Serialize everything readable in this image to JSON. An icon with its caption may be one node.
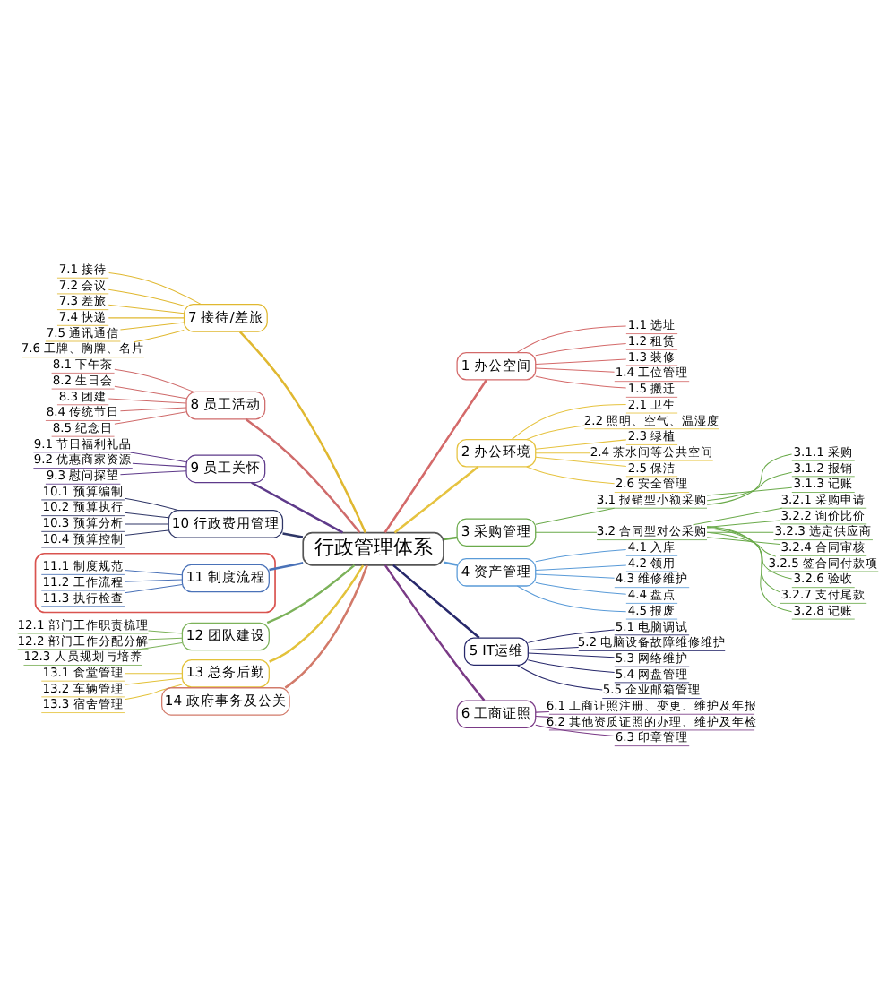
{
  "diagram": {
    "nodes": [
      {
        "text": [
          "行政管理体系"
        ]
      },
      {
        "text": [
          "1 办公空间"
        ]
      },
      {
        "text": [
          "1.1 选址"
        ]
      },
      {
        "text": [
          "1.2 租赁"
        ]
      },
      {
        "text": [
          "1.3 装修"
        ]
      },
      {
        "text": [
          "1.4 工位管理"
        ]
      },
      {
        "text": [
          "1.5 搬迁"
        ]
      },
      {
        "text": [
          "2 办公环境"
        ]
      },
      {
        "text": [
          "2.1 卫生"
        ]
      },
      {
        "text": [
          "2.2 照明、空气、温湿度"
        ]
      },
      {
        "text": [
          "2.3 绿植"
        ]
      },
      {
        "text": [
          "2.4 茶水间等公共空间"
        ]
      },
      {
        "text": [
          "2.5 保洁"
        ]
      },
      {
        "text": [
          "2.6 安全管理"
        ]
      },
      {
        "text": [
          "3 采购管理"
        ]
      },
      {
        "text": [
          "3.1 报销型小额采购"
        ]
      },
      {
        "text": [
          "3.1.1 采购"
        ]
      },
      {
        "text": [
          "3.1.2 报销"
        ]
      },
      {
        "text": [
          "3.1.3 记账"
        ]
      },
      {
        "text": [
          "3.2 合同型对公采购"
        ]
      },
      {
        "text": [
          "3.2.1 采购申请"
        ]
      },
      {
        "text": [
          "3.2.2 询价比价"
        ]
      },
      {
        "text": [
          "3.2.3 选定供应商"
        ]
      },
      {
        "text": [
          "3.2.4 合同审核"
        ]
      },
      {
        "text": [
          "3.2.5 签合同付款项"
        ]
      },
      {
        "text": [
          "3.2.6 验收"
        ]
      },
      {
        "text": [
          "3.2.7 支付尾款"
        ]
      },
      {
        "text": [
          "3.2.8 记账"
        ]
      },
      {
        "text": [
          "4 资产管理"
        ]
      },
      {
        "text": [
          "4.1 入库"
        ]
      },
      {
        "text": [
          "4.2 领用"
        ]
      },
      {
        "text": [
          "4.3 维修维护"
        ]
      },
      {
        "text": [
          "4.4 盘点"
        ]
      },
      {
        "text": [
          "4.5 报废"
        ]
      },
      {
        "text": [
          "5 IT运维"
        ]
      },
      {
        "text": [
          "5.1 电脑调试"
        ]
      },
      {
        "text": [
          "5.2 电脑设备故障维修维护"
        ]
      },
      {
        "text": [
          "5.3 网络维护"
        ]
      },
      {
        "text": [
          "5.4 网盘管理"
        ]
      },
      {
        "text": [
          "5.5 企业邮箱管理"
        ]
      },
      {
        "text": [
          "6 工商证照"
        ]
      },
      {
        "text": [
          "6.1 工商证照注册、变更、维护及年报"
        ]
      },
      {
        "text": [
          "6.2 其他资质证照的办理、维护及年检"
        ]
      },
      {
        "text": [
          "6.3 印章管理"
        ]
      },
      {
        "text": [
          "7 接待/差旅"
        ]
      },
      {
        "text": [
          "7.1 接待"
        ]
      },
      {
        "text": [
          "7.2 会议"
        ]
      },
      {
        "text": [
          "7.3 差旅"
        ]
      },
      {
        "text": [
          "7.4 快递"
        ]
      },
      {
        "text": [
          "7.5 通讯通信"
        ]
      },
      {
        "text": [
          "7.6 工牌、胸牌、名片"
        ]
      },
      {
        "text": [
          "8 员工活动"
        ]
      },
      {
        "text": [
          "8.1 下午茶"
        ]
      },
      {
        "text": [
          "8.2 生日会"
        ]
      },
      {
        "text": [
          "8.3 团建"
        ]
      },
      {
        "text": [
          "8.4 传统节日"
        ]
      },
      {
        "text": [
          "8.5 纪念日"
        ]
      },
      {
        "text": [
          "9 员工关怀"
        ]
      },
      {
        "text": [
          "9.1 节日福利礼品"
        ]
      },
      {
        "text": [
          "9.2 优惠商家资源"
        ]
      },
      {
        "text": [
          "9.3 慰问探望"
        ]
      },
      {
        "text": [
          "10 行政费用管理"
        ]
      },
      {
        "text": [
          "10.1 预算编制"
        ]
      },
      {
        "text": [
          "10.2 预算执行"
        ]
      },
      {
        "text": [
          "10.3 预算分析"
        ]
      },
      {
        "text": [
          "10.4 预算控制"
        ]
      },
      {
        "text": [],
        "shape": "box"
      },
      {
        "text": [
          "11 制度流程"
        ],
        "in": 66
      },
      {
        "text": [
          "11.1 制度规范"
        ],
        "in": 66
      },
      {
        "text": [
          "11.2 工作流程"
        ],
        "in": 66
      },
      {
        "text": [
          "11.3 执行检查"
        ],
        "in": 66
      },
      {
        "text": [
          "12 团队建设"
        ]
      },
      {
        "text": [
          "12.1 部门工作职责梳理"
        ]
      },
      {
        "text": [
          "12.2 部门工作分配分解"
        ]
      },
      {
        "text": [
          "12.3 人员规划与培养"
        ]
      },
      {
        "text": [
          "13 总务后勤"
        ]
      },
      {
        "text": [
          "13.1 食堂管理"
        ]
      },
      {
        "text": [
          "13.2 车辆管理"
        ]
      },
      {
        "text": [
          "13.3 宿舍管理"
        ]
      },
      {
        "text": [
          "14 政府事务及公关"
        ]
      }
    ],
    "edges": [
      {
        "from": 0,
        "to": 1,
        "arrow": "none",
        "color": "#d46a6a"
      },
      {
        "from": 1,
        "to": 2,
        "arrow": "none",
        "color": "#d46a6a"
      },
      {
        "from": 1,
        "to": 3,
        "arrow": "none",
        "color": "#d46a6a"
      },
      {
        "from": 1,
        "to": 4,
        "arrow": "none",
        "color": "#d46a6a"
      },
      {
        "from": 1,
        "to": 5,
        "arrow": "none",
        "color": "#d46a6a"
      },
      {
        "from": 1,
        "to": 6,
        "arrow": "none",
        "color": "#d46a6a"
      },
      {
        "from": 0,
        "to": 7,
        "arrow": "none",
        "color": "#e6c340"
      },
      {
        "from": 7,
        "to": 8,
        "arrow": "none",
        "color": "#e6c340"
      },
      {
        "from": 7,
        "to": 9,
        "arrow": "none",
        "color": "#e6c340"
      },
      {
        "from": 7,
        "to": 10,
        "arrow": "none",
        "color": "#e6c340"
      },
      {
        "from": 7,
        "to": 11,
        "arrow": "none",
        "color": "#e6c340"
      },
      {
        "from": 7,
        "to": 12,
        "arrow": "none",
        "color": "#e6c340"
      },
      {
        "from": 7,
        "to": 13,
        "arrow": "none",
        "color": "#e6c340"
      },
      {
        "from": 0,
        "to": 14,
        "arrow": "none",
        "color": "#6aaa4a"
      },
      {
        "from": 14,
        "to": 15,
        "arrow": "none",
        "color": "#6aaa4a"
      },
      {
        "from": 15,
        "to": 16,
        "arrow": "none",
        "color": "#6aaa4a"
      },
      {
        "from": 15,
        "to": 17,
        "arrow": "none",
        "color": "#6aaa4a"
      },
      {
        "from": 15,
        "to": 18,
        "arrow": "none",
        "color": "#6aaa4a"
      },
      {
        "from": 14,
        "to": 19,
        "arrow": "none",
        "color": "#6aaa4a"
      },
      {
        "from": 19,
        "to": 20,
        "arrow": "none",
        "color": "#6aaa4a"
      },
      {
        "from": 19,
        "to": 21,
        "arrow": "none",
        "color": "#6aaa4a"
      },
      {
        "from": 19,
        "to": 22,
        "arrow": "none",
        "color": "#6aaa4a"
      },
      {
        "from": 19,
        "to": 23,
        "arrow": "none",
        "color": "#6aaa4a"
      },
      {
        "from": 19,
        "to": 24,
        "arrow": "none",
        "color": "#6aaa4a"
      },
      {
        "from": 19,
        "to": 25,
        "arrow": "none",
        "color": "#6aaa4a"
      },
      {
        "from": 19,
        "to": 26,
        "arrow": "none",
        "color": "#6aaa4a"
      },
      {
        "from": 19,
        "to": 27,
        "arrow": "none",
        "color": "#6aaa4a"
      },
      {
        "from": 0,
        "to": 28,
        "arrow": "none",
        "color": "#5a9bd8"
      },
      {
        "from": 28,
        "to": 29,
        "arrow": "none",
        "color": "#5a9bd8"
      },
      {
        "from": 28,
        "to": 30,
        "arrow": "none",
        "color": "#5a9bd8"
      },
      {
        "from": 28,
        "to": 31,
        "arrow": "none",
        "color": "#5a9bd8"
      },
      {
        "from": 28,
        "to": 32,
        "arrow": "none",
        "color": "#5a9bd8"
      },
      {
        "from": 28,
        "to": 33,
        "arrow": "none",
        "color": "#5a9bd8"
      },
      {
        "from": 0,
        "to": 34,
        "arrow": "none",
        "color": "#27286b"
      },
      {
        "from": 34,
        "to": 35,
        "arrow": "none",
        "color": "#27286b"
      },
      {
        "from": 34,
        "to": 36,
        "arrow": "none",
        "color": "#27286b"
      },
      {
        "from": 34,
        "to": 37,
        "arrow": "none",
        "color": "#27286b"
      },
      {
        "from": 34,
        "to": 38,
        "arrow": "none",
        "color": "#27286b"
      },
      {
        "from": 34,
        "to": 39,
        "arrow": "none",
        "color": "#27286b"
      },
      {
        "from": 0,
        "to": 40,
        "arrow": "none",
        "color": "#7a3a86"
      },
      {
        "from": 40,
        "to": 41,
        "arrow": "none",
        "color": "#7a3a86"
      },
      {
        "from": 40,
        "to": 42,
        "arrow": "none",
        "color": "#7a3a86"
      },
      {
        "from": 40,
        "to": 43,
        "arrow": "none",
        "color": "#7a3a86"
      },
      {
        "from": 0,
        "to": 44,
        "arrow": "none",
        "color": "#e0b830"
      },
      {
        "from": 44,
        "to": 45,
        "arrow": "none",
        "color": "#e0b830"
      },
      {
        "from": 44,
        "to": 46,
        "arrow": "none",
        "color": "#e0b830"
      },
      {
        "from": 44,
        "to": 47,
        "arrow": "none",
        "color": "#e0b830"
      },
      {
        "from": 44,
        "to": 48,
        "arrow": "none",
        "color": "#e0b830"
      },
      {
        "from": 44,
        "to": 49,
        "arrow": "none",
        "color": "#e0b830"
      },
      {
        "from": 44,
        "to": 50,
        "arrow": "none",
        "color": "#e0b830"
      },
      {
        "from": 0,
        "to": 51,
        "arrow": "none",
        "color": "#cf6b6b"
      },
      {
        "from": 51,
        "to": 52,
        "arrow": "none",
        "color": "#cf6b6b"
      },
      {
        "from": 51,
        "to": 53,
        "arrow": "none",
        "color": "#cf6b6b"
      },
      {
        "from": 51,
        "to": 54,
        "arrow": "none",
        "color": "#cf6b6b"
      },
      {
        "from": 51,
        "to": 55,
        "arrow": "none",
        "color": "#cf6b6b"
      },
      {
        "from": 51,
        "to": 56,
        "arrow": "none",
        "color": "#cf6b6b"
      },
      {
        "from": 0,
        "to": 57,
        "arrow": "none",
        "color": "#5e3a8a"
      },
      {
        "from": 57,
        "to": 58,
        "arrow": "none",
        "color": "#5e3a8a"
      },
      {
        "from": 57,
        "to": 59,
        "arrow": "none",
        "color": "#5e3a8a"
      },
      {
        "from": 57,
        "to": 60,
        "arrow": "none",
        "color": "#5e3a8a"
      },
      {
        "from": 0,
        "to": 61,
        "arrow": "none",
        "color": "#2e3566"
      },
      {
        "from": 61,
        "to": 62,
        "arrow": "none",
        "color": "#2e3566"
      },
      {
        "from": 61,
        "to": 63,
        "arrow": "none",
        "color": "#2e3566"
      },
      {
        "from": 61,
        "to": 64,
        "arrow": "none",
        "color": "#2e3566"
      },
      {
        "from": 61,
        "to": 65,
        "arrow": "none",
        "color": "#2e3566"
      },
      {
        "from": 0,
        "to": 67,
        "arrow": "none",
        "color": "#4a72b8"
      },
      {
        "from": 67,
        "to": 68,
        "arrow": "none",
        "color": "#4a72b8"
      },
      {
        "from": 67,
        "to": 69,
        "arrow": "none",
        "color": "#4a72b8"
      },
      {
        "from": 67,
        "to": 70,
        "arrow": "none",
        "color": "#4a72b8"
      },
      {
        "from": 0,
        "to": 71,
        "arrow": "none",
        "color": "#7cb25a"
      },
      {
        "from": 71,
        "to": 72,
        "arrow": "none",
        "color": "#7cb25a"
      },
      {
        "from": 71,
        "to": 73,
        "arrow": "none",
        "color": "#7cb25a"
      },
      {
        "from": 71,
        "to": 74,
        "arrow": "none",
        "color": "#7cb25a"
      },
      {
        "from": 0,
        "to": 75,
        "arrow": "none",
        "color": "#e3c23a"
      },
      {
        "from": 75,
        "to": 76,
        "arrow": "none",
        "color": "#e3c23a"
      },
      {
        "from": 75,
        "to": 77,
        "arrow": "none",
        "color": "#e3c23a"
      },
      {
        "from": 75,
        "to": 78,
        "arrow": "none",
        "color": "#e3c23a"
      },
      {
        "from": 0,
        "to": 79,
        "arrow": "none",
        "color": "#d27a6a"
      }
    ]
  }
}
